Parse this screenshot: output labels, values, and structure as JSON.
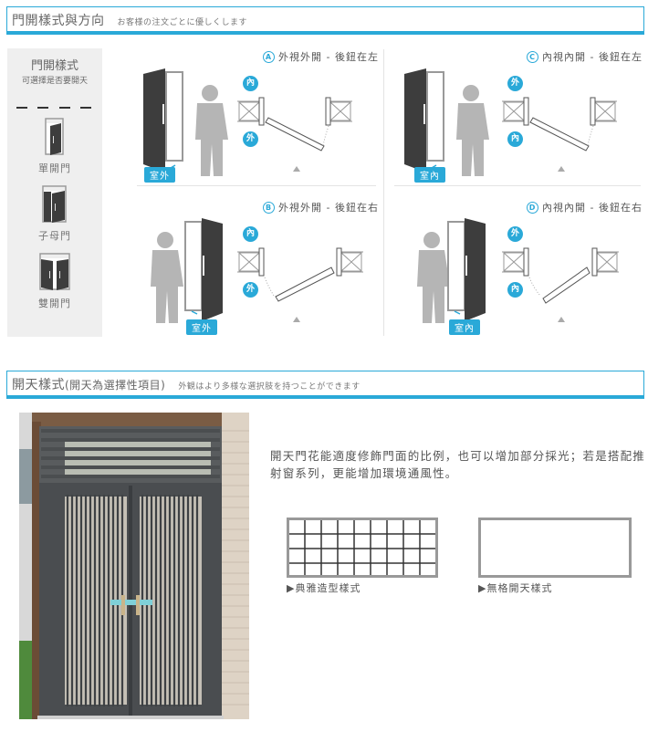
{
  "section1": {
    "title": "門開樣式與方向",
    "subtitle": "お客様の注文ごとに優しくします"
  },
  "sidebar": {
    "title": "門開樣式",
    "subtitle": "可選擇是否要開天",
    "items": [
      {
        "label": "單開門",
        "icon": "single-door-icon"
      },
      {
        "label": "子母門",
        "icon": "mother-son-door-icon"
      },
      {
        "label": "雙開門",
        "icon": "double-door-icon"
      }
    ]
  },
  "panels": [
    {
      "letter": "A",
      "title": "外視外開 - 後鈕在左",
      "tag": "室外",
      "top_badge": "內",
      "bottom_badge": "外"
    },
    {
      "letter": "C",
      "title": "內視內開 - 後鈕在左",
      "tag": "室內",
      "top_badge": "外",
      "bottom_badge": "內"
    },
    {
      "letter": "B",
      "title": "外視外開 - 後鈕在右",
      "tag": "室外",
      "top_badge": "內",
      "bottom_badge": "外"
    },
    {
      "letter": "D",
      "title": "內視內開 - 後鈕在右",
      "tag": "室內",
      "top_badge": "外",
      "bottom_badge": "內"
    }
  ],
  "section2": {
    "title": "開天樣式",
    "title_note": "(開天為選擇性項目)",
    "subtitle": "外観はより多様な選択肢を持つことができます"
  },
  "description": "開天門花能適度修飾門面的比例，也可以增加部分採光；若是搭配推射窗系列，更能增加環境通風性。",
  "styles": [
    {
      "label": "▶典雅造型樣式",
      "type": "grid"
    },
    {
      "label": "▶無格開天樣式",
      "type": "plain"
    }
  ],
  "colors": {
    "accent": "#2aa9d8",
    "door": "#3d3d3d",
    "silhouette": "#b5b5b5",
    "sidebar_bg": "#efefef"
  }
}
